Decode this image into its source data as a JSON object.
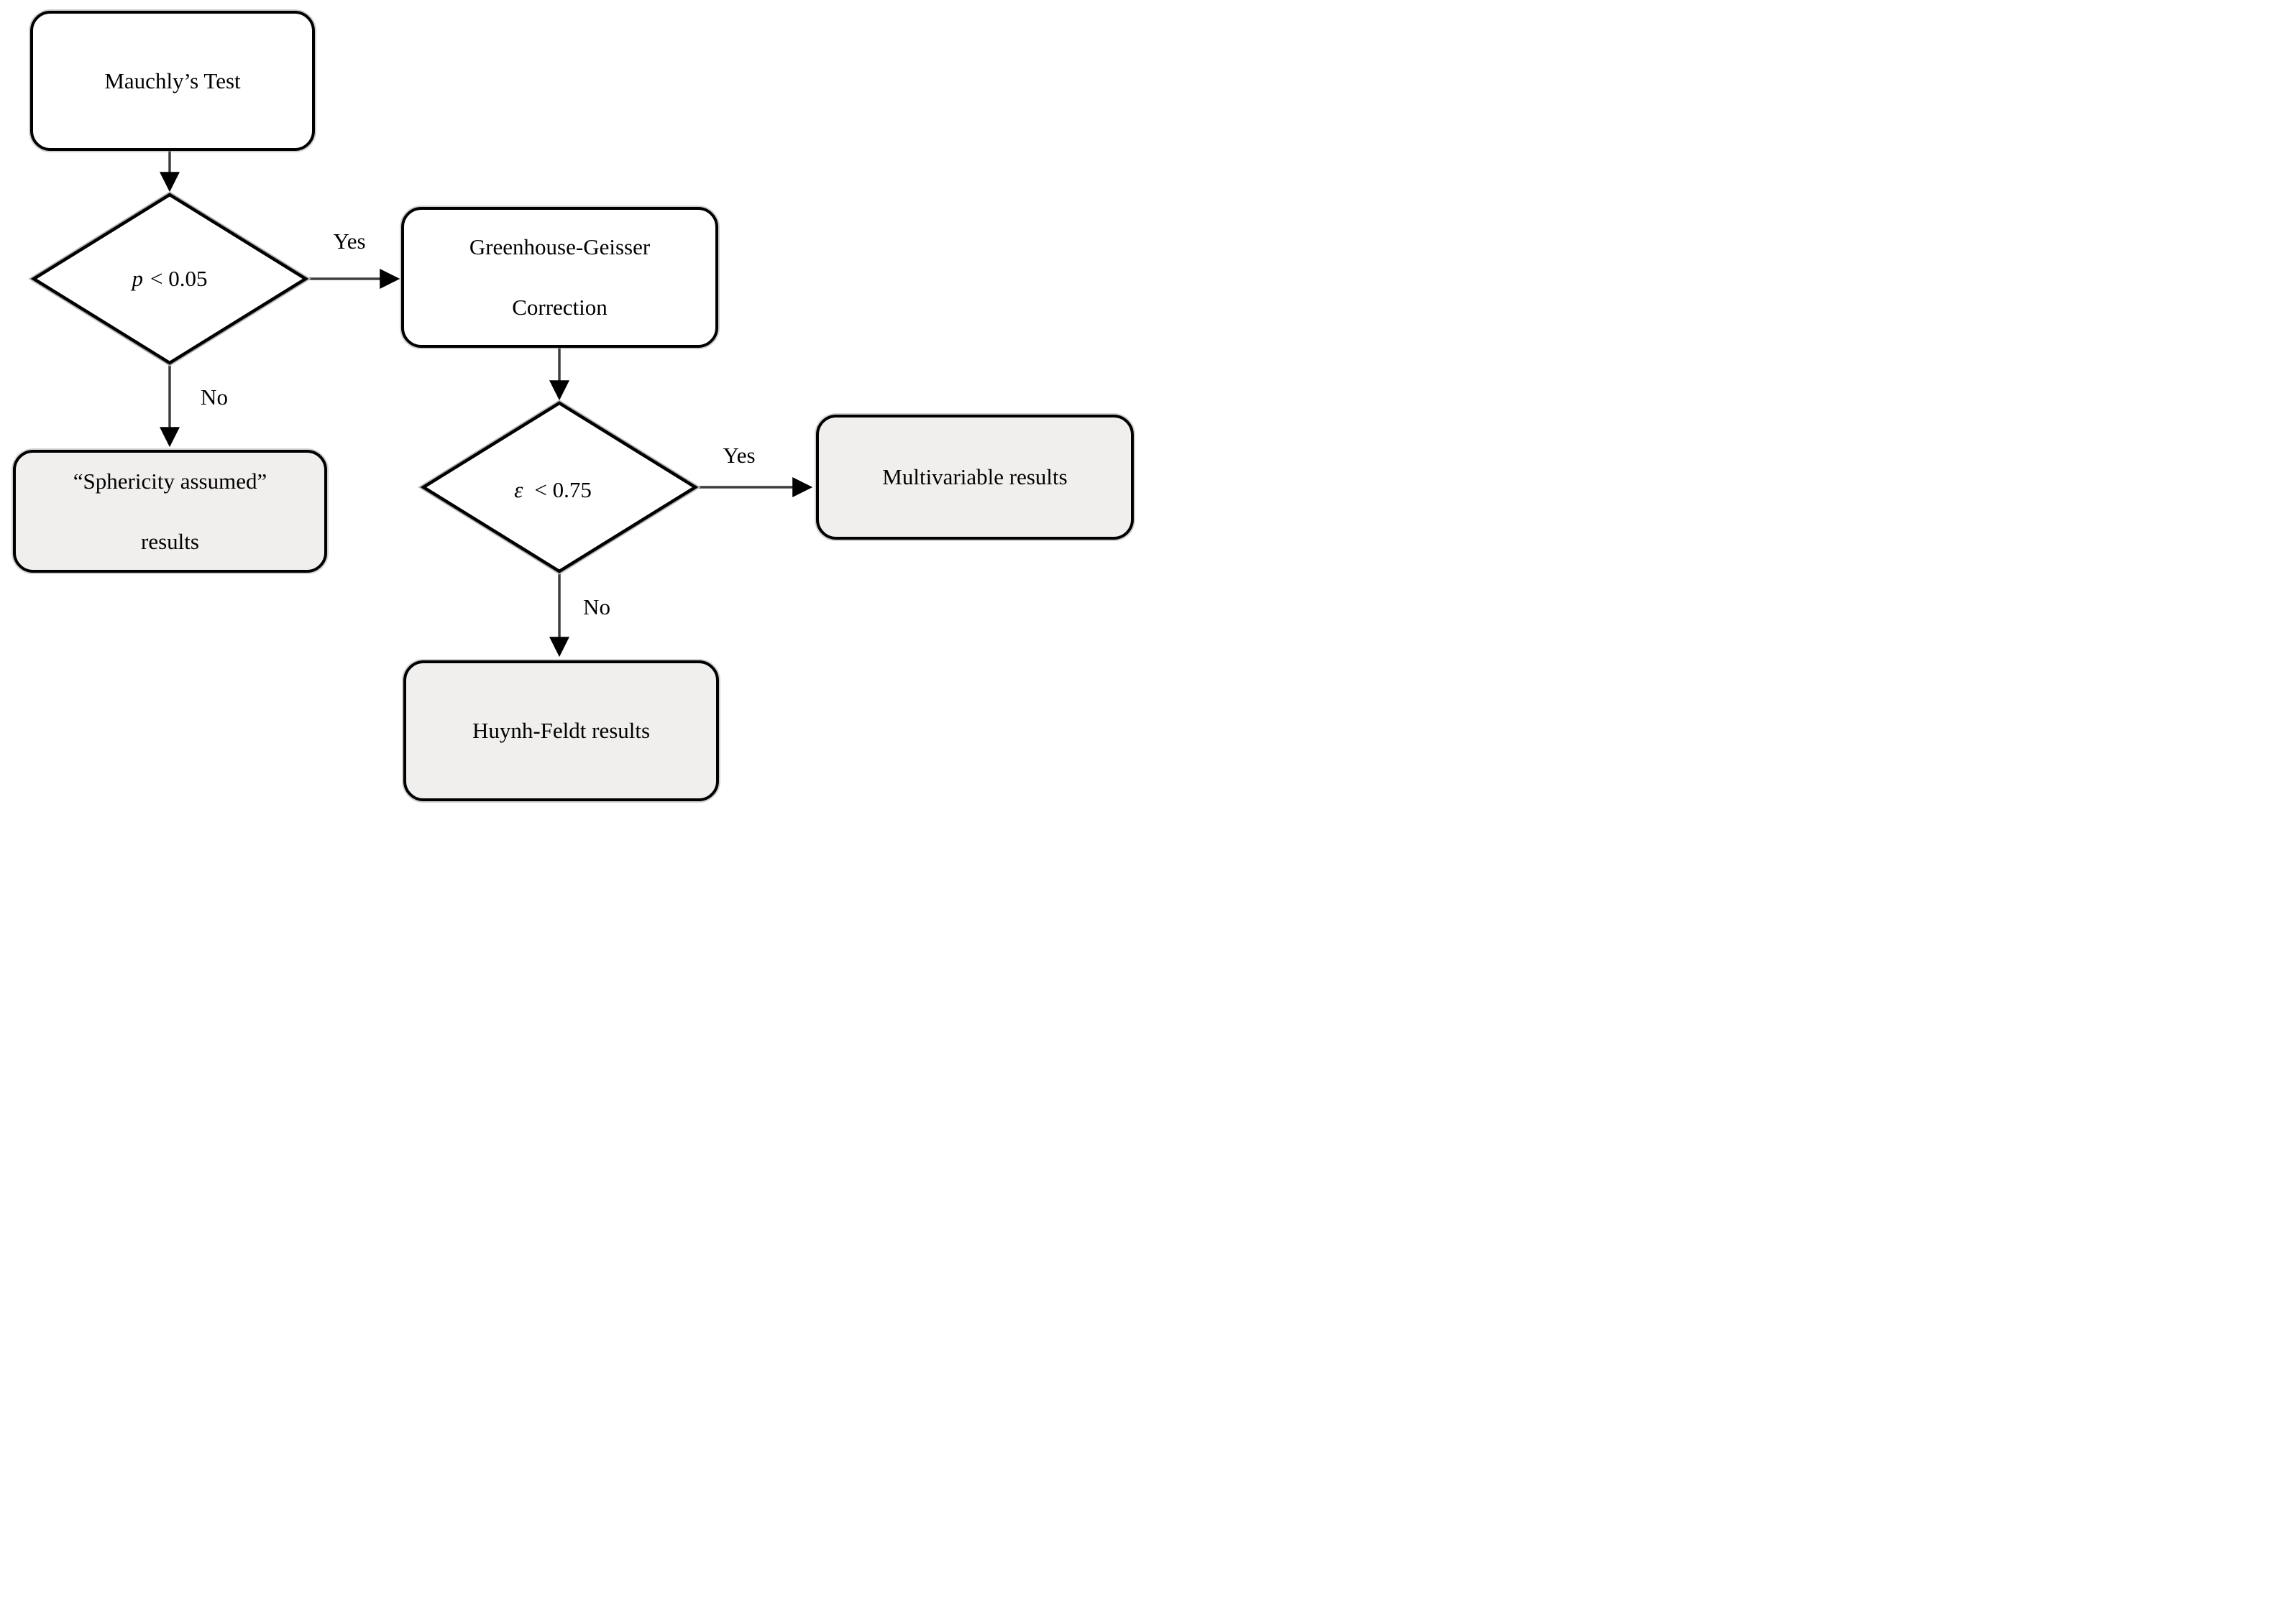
{
  "figure": {
    "nodes": {
      "mauchly": {
        "label": "Mauchly’s Test"
      },
      "p_decision": {
        "variable": "p",
        "condition": "< 0.05"
      },
      "greenhouse": {
        "line1": "Greenhouse-Geisser",
        "line2": "Correction"
      },
      "sphericity": {
        "line1": "“Sphericity assumed”",
        "line2": "results"
      },
      "epsilon_decision": {
        "variable": "ε",
        "condition": "< 0.75"
      },
      "multivariable": {
        "label": "Multivariable results"
      },
      "huynh_feldt": {
        "label": "Huynh-Feldt results"
      }
    },
    "edge_labels": {
      "p_yes": "Yes",
      "p_no": "No",
      "eps_yes": "Yes",
      "eps_no": "No"
    },
    "colors": {
      "white_fill": "#ffffff",
      "gray_fill": "#f0efee",
      "border": "#000000",
      "arrow": "#3e3e3e"
    }
  }
}
